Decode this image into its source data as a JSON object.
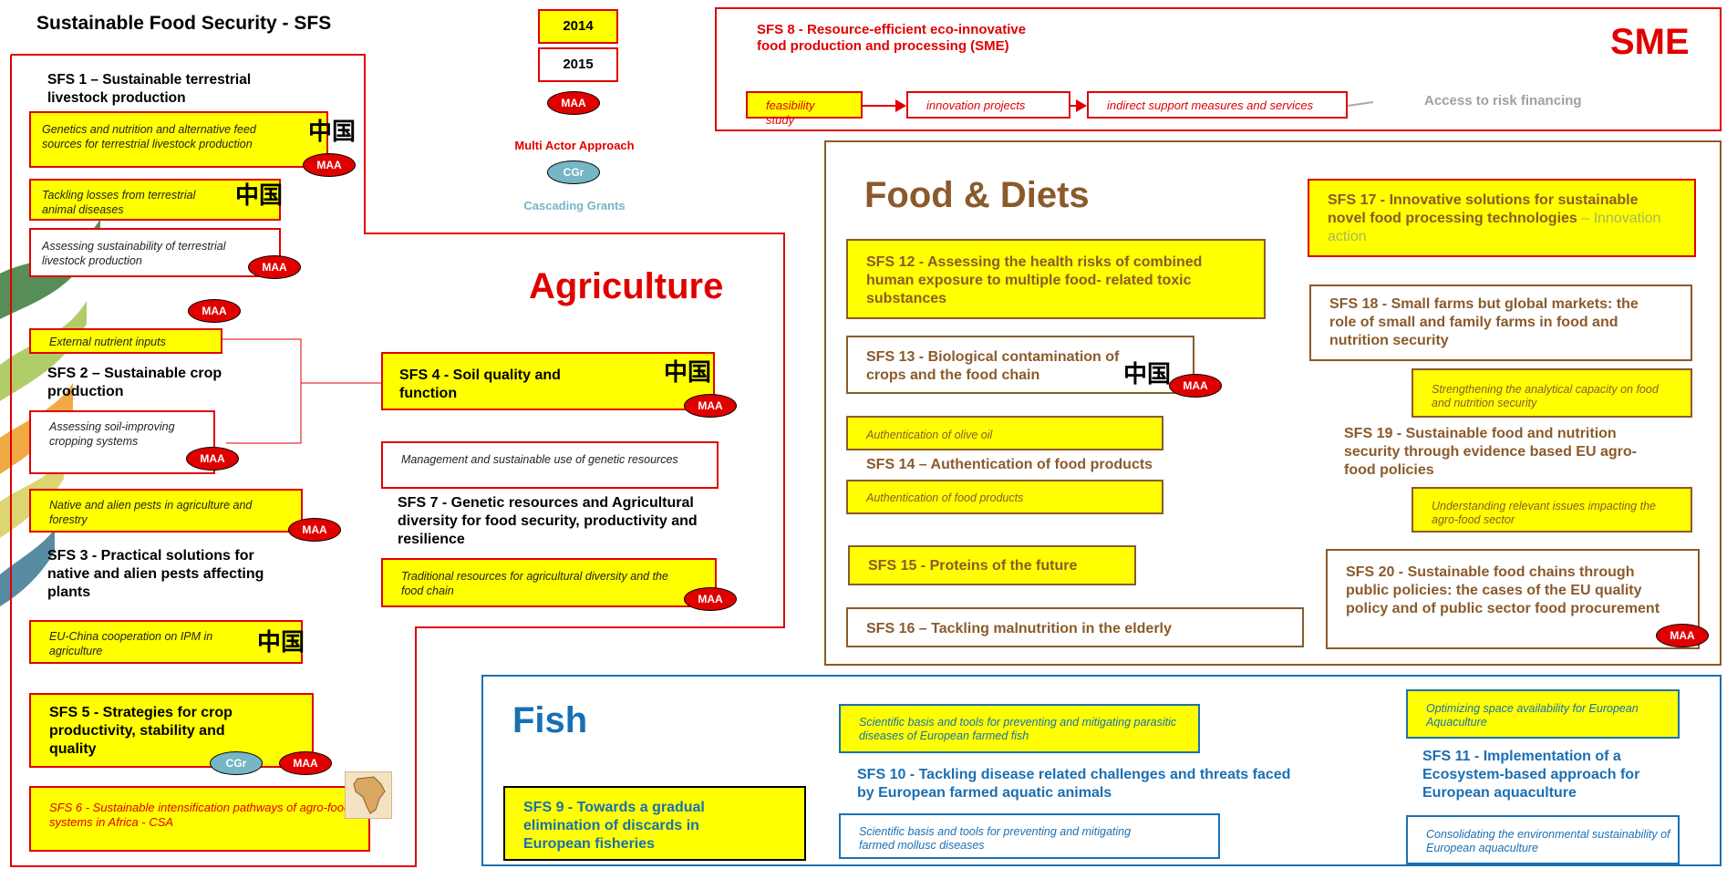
{
  "header": {
    "title": "Sustainable Food Security - SFS",
    "year_2014": "2014",
    "year_2015": "2015",
    "maa": "MAA",
    "cgr": "CGr",
    "maa_legend": "Multi Actor Approach",
    "cgr_legend": "Cascading Grants",
    "china_glyph": "中国"
  },
  "agriculture": {
    "section_title": "Agriculture",
    "sfs1_title": "SFS 1 – Sustainable terrestrial livestock production",
    "sfs1_topic_a": "Genetics and nutrition and alternative feed sources for terrestrial livestock production",
    "sfs1_topic_b": "Tackling losses from terrestrial animal diseases",
    "sfs1_topic_c": "Assessing sustainability of terrestrial livestock production",
    "external_nutrient": "External nutrient inputs",
    "sfs2_title": "SFS 2 – Sustainable crop production",
    "assessing_soil": "Assessing soil-improving cropping systems",
    "sfs4_title": "SFS 4 - Soil quality and function",
    "native_pests": "Native and alien pests in agriculture and forestry",
    "sfs3_title": "SFS 3 - Practical solutions for native and alien pests affecting plants",
    "eu_china_ipm": "EU-China cooperation on IPM in agriculture",
    "management_genetic": "Management and sustainable use of genetic resources",
    "sfs7_title": "SFS 7 - Genetic resources and Agricultural diversity for food security, productivity and resilience",
    "traditional_resources": "Traditional resources for agricultural diversity and the food chain",
    "sfs5_title": "SFS 5 - Strategies for crop productivity, stability and quality",
    "sfs6_title": "SFS 6 - Sustainable intensification pathways of agro-food systems in Africa - CSA"
  },
  "sme": {
    "section_title": "SME",
    "sfs8_title": "SFS 8 - Resource-efficient eco-innovative food production and processing (SME)",
    "step1": "feasibility study",
    "step2": "innovation projects",
    "step3": "indirect support measures and services",
    "step4": "Access to risk financing"
  },
  "food": {
    "section_title": "Food & Diets",
    "sfs12": "SFS 12 - Assessing the health risks of combined human exposure to multiple food- related toxic substances",
    "sfs13": "SFS 13 - Biological contamination of crops and the food chain",
    "olive_oil": "Authentication of olive oil",
    "sfs14": "SFS 14 – Authentication of food products",
    "food_products": "Authentication of food products",
    "sfs15": "SFS 15 - Proteins of the future",
    "sfs16": "SFS 16 – Tackling malnutrition in the elderly",
    "sfs17_title": "SFS 17 - Innovative solutions for sustainable novel food processing technologies",
    "sfs17_suffix": " – Innovation action",
    "sfs18": "SFS 18 - Small farms but global markets: the role of small and family farms in food and nutrition security",
    "strengthening": "Strengthening the analytical capacity on food and nutrition security",
    "sfs19": "SFS 19 - Sustainable food and nutrition security through evidence based EU agro- food policies",
    "understanding": "Understanding relevant issues impacting the agro-food sector",
    "sfs20": "SFS 20 - Sustainable food chains through public policies: the cases of the EU quality policy and of public sector food procurement"
  },
  "fish": {
    "section_title": "Fish",
    "sfs9": "SFS 9 - Towards a gradual elimination of discards in European fisheries",
    "parasitic": "Scientific basis and tools for preventing and mitigating parasitic diseases of European farmed fish",
    "sfs10": "SFS 10 - Tackling disease related challenges and threats faced by European farmed aquatic animals",
    "mollusc": "Scientific basis and tools for preventing and mitigating farmed mollusc diseases",
    "optimizing": "Optimizing space availability for European Aquaculture",
    "sfs11": "SFS 11 - Implementation of a Ecosystem-based approach for European aquaculture",
    "consolidating": "Consolidating the environmental sustainability of European aquaculture"
  },
  "colors": {
    "red": "#e00000",
    "yellow": "#ffff00",
    "brown": "#8b5a2b",
    "blue": "#1a6fb3",
    "teal": "#76b6c6"
  }
}
